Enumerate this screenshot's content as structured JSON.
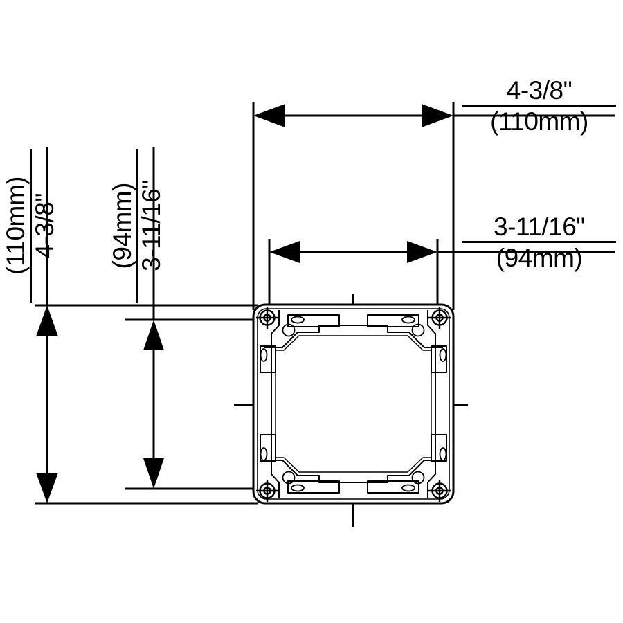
{
  "drawing": {
    "title": "Electrical box cover plate dimensioned drawing",
    "view": "top-plan-view",
    "background_color": "#ffffff",
    "line_color": "#000000",
    "units_note": "inches with millimeters in parentheses",
    "part": {
      "name": "square-box-cover",
      "outline_shape": "rounded-square",
      "corner_screw_count": 4,
      "corner_screw_icon": "crosshair-screw-icon",
      "round_hole_count": 4,
      "oval_slot_count": 4,
      "tab_slot_count": 4
    },
    "centerlines": {
      "style": "dash-dot",
      "horizontal": true,
      "vertical": true
    }
  },
  "dimensions": {
    "top_overall": {
      "name": "overall-width",
      "imperial": "4-3/8\"",
      "metric": "(110mm)",
      "value_in": 4.375,
      "value_mm": 110
    },
    "top_inner": {
      "name": "mounting-hole-spacing-width",
      "imperial": "3-11/16\"",
      "metric": "(94mm)",
      "value_in": 3.6875,
      "value_mm": 94
    },
    "left_overall": {
      "name": "overall-height",
      "imperial": "4-3/8\"",
      "metric": "(110mm)",
      "value_in": 4.375,
      "value_mm": 110
    },
    "left_inner": {
      "name": "mounting-hole-spacing-height",
      "imperial": "3-11/16\"",
      "metric": "(94mm)",
      "value_in": 3.6875,
      "value_mm": 94
    }
  }
}
